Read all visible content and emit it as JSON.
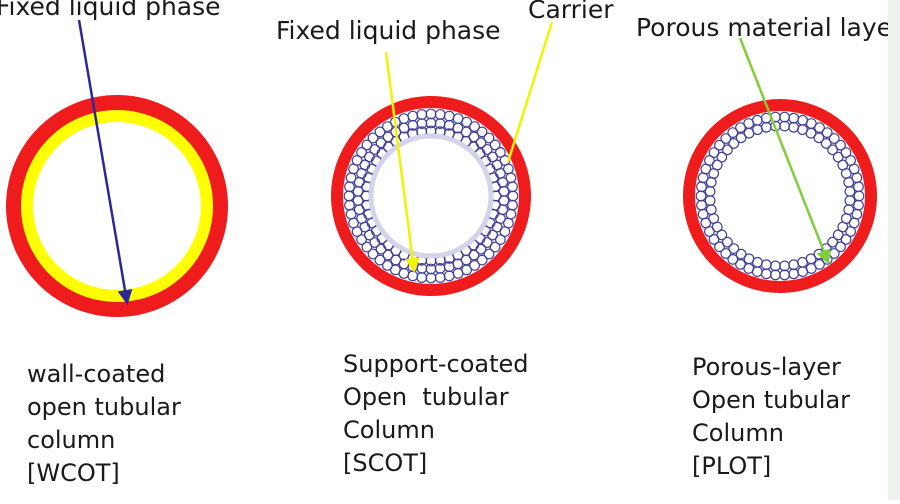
{
  "labels": {
    "wcot_phase": "Fixed liquid phase",
    "scot_phase": "Fixed liquid phase",
    "carrier": "Carrier",
    "porous_layer": "Porous material layer"
  },
  "captions": {
    "wcot": [
      "wall-coated",
      "open tubular",
      "column",
      "[WCOT]"
    ],
    "scot": [
      "Support-coated",
      "Open  tubular",
      "Column",
      "[SCOT]"
    ],
    "plot": [
      "Porous-layer",
      "Open tubular",
      "Column",
      "[PLOT]"
    ]
  },
  "colors": {
    "wall": "#ee1c1c",
    "liquid_phase": "#ffff00",
    "particle": "#3f3f9a",
    "pointer_wcot": "#2a2a96",
    "pointer_scot": "#f3f300",
    "pointer_plot": "#7fcf3c"
  }
}
